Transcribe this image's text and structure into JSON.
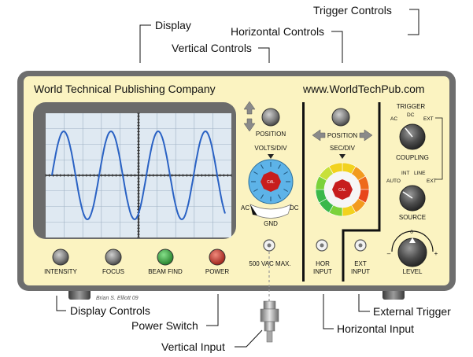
{
  "panel": {
    "company": "World Technical Publishing Company",
    "website": "www.WorldTechPub.com",
    "signature": "Brian S. Elliott 09"
  },
  "callouts": {
    "display": "Display",
    "trigger_controls": "Trigger Controls",
    "horizontal_controls": "Horizontal Controls",
    "vertical_controls": "Vertical Controls",
    "display_controls": "Display Controls",
    "power_switch": "Power Switch",
    "vertical_input": "Vertical Input",
    "external_trigger": "External Trigger",
    "horizontal_input": "Horizontal Input"
  },
  "display_controls": {
    "intensity": "INTENSITY",
    "focus": "FOCUS",
    "beam_find": "BEAM FIND",
    "power": "POWER"
  },
  "vertical": {
    "position": "POSITION",
    "volts_div": "VOLTS/DIV",
    "cal": "CAL",
    "ac": "AC",
    "dc": "DC",
    "gnd": "GND",
    "max": "500 VAC MAX."
  },
  "horizontal": {
    "position": "POSITION",
    "sec_div": "SEC/DIV",
    "hor_input_1": "HOR",
    "hor_input_2": "INPUT",
    "ext_input_1": "EXT",
    "ext_input_2": "INPUT"
  },
  "trigger": {
    "title": "TRIGGER",
    "ac": "AC",
    "dc": "DC",
    "ext": "EXT",
    "coupling": "COUPLING",
    "auto": "AUTO",
    "int": "INT",
    "line": "LINE",
    "ext2": "EXT",
    "source": "SOURCE",
    "zero": "0",
    "minus": "–",
    "plus": "+",
    "level": "LEVEL"
  },
  "colors": {
    "panel_fill": "#fbf3c1",
    "bezel": "#6e6e6e",
    "screen": "#dfe9f2",
    "trace": "#2a62c4",
    "volts_dial": "#5db3e8",
    "cal_red": "#c71d1d",
    "power_red": "#c0281f",
    "beam_green": "#2f9a34"
  }
}
